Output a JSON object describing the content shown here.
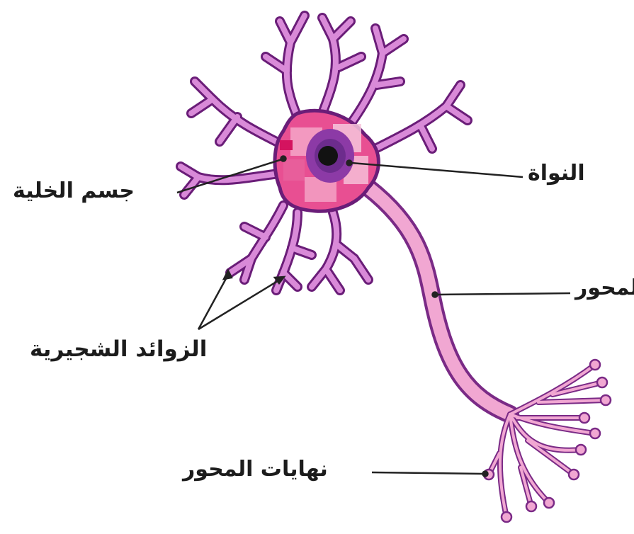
{
  "diagram": {
    "labels": {
      "nucleus": "النواة",
      "cell_body": "جسم الخلية",
      "axon": "المحور",
      "dendrites": "الزوائد الشجيرية",
      "axon_terminals": "نهايات المحور"
    }
  },
  "colors": {
    "background": "#ffffff",
    "cell_body_fill": "#e84f92",
    "cell_body_light": "#f4a6c8",
    "cell_body_patch": "#f6c5dc",
    "dendrite_fill": "#d98ad8",
    "dendrite_outline": "#6a1d78",
    "axon_fill": "#f1a7d2",
    "axon_outline": "#7a2a86",
    "nucleus_outer": "#8c3aa6",
    "nucleus_inner": "#121212",
    "leader_line": "#222222"
  }
}
